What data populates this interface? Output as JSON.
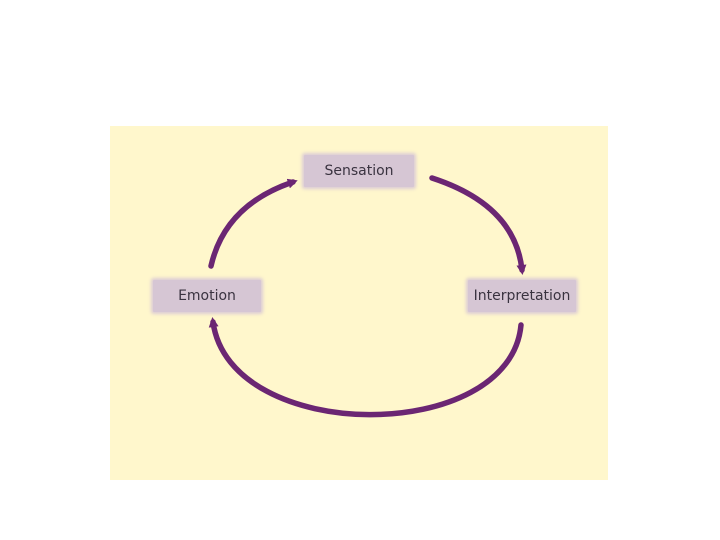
{
  "diagram": {
    "nodes": [
      {
        "id": "sensation",
        "label": "Sensation"
      },
      {
        "id": "interpretation",
        "label": "Interpretation"
      },
      {
        "id": "emotion",
        "label": "Emotion"
      }
    ],
    "edges": [
      {
        "from": "sensation",
        "to": "interpretation"
      },
      {
        "from": "interpretation",
        "to": "emotion"
      },
      {
        "from": "emotion",
        "to": "sensation"
      }
    ]
  },
  "colors": {
    "background_panel": "#fff7cc",
    "node_fill": "#d6c6d4",
    "arrow": "#6b2673",
    "text": "#3a3340"
  }
}
